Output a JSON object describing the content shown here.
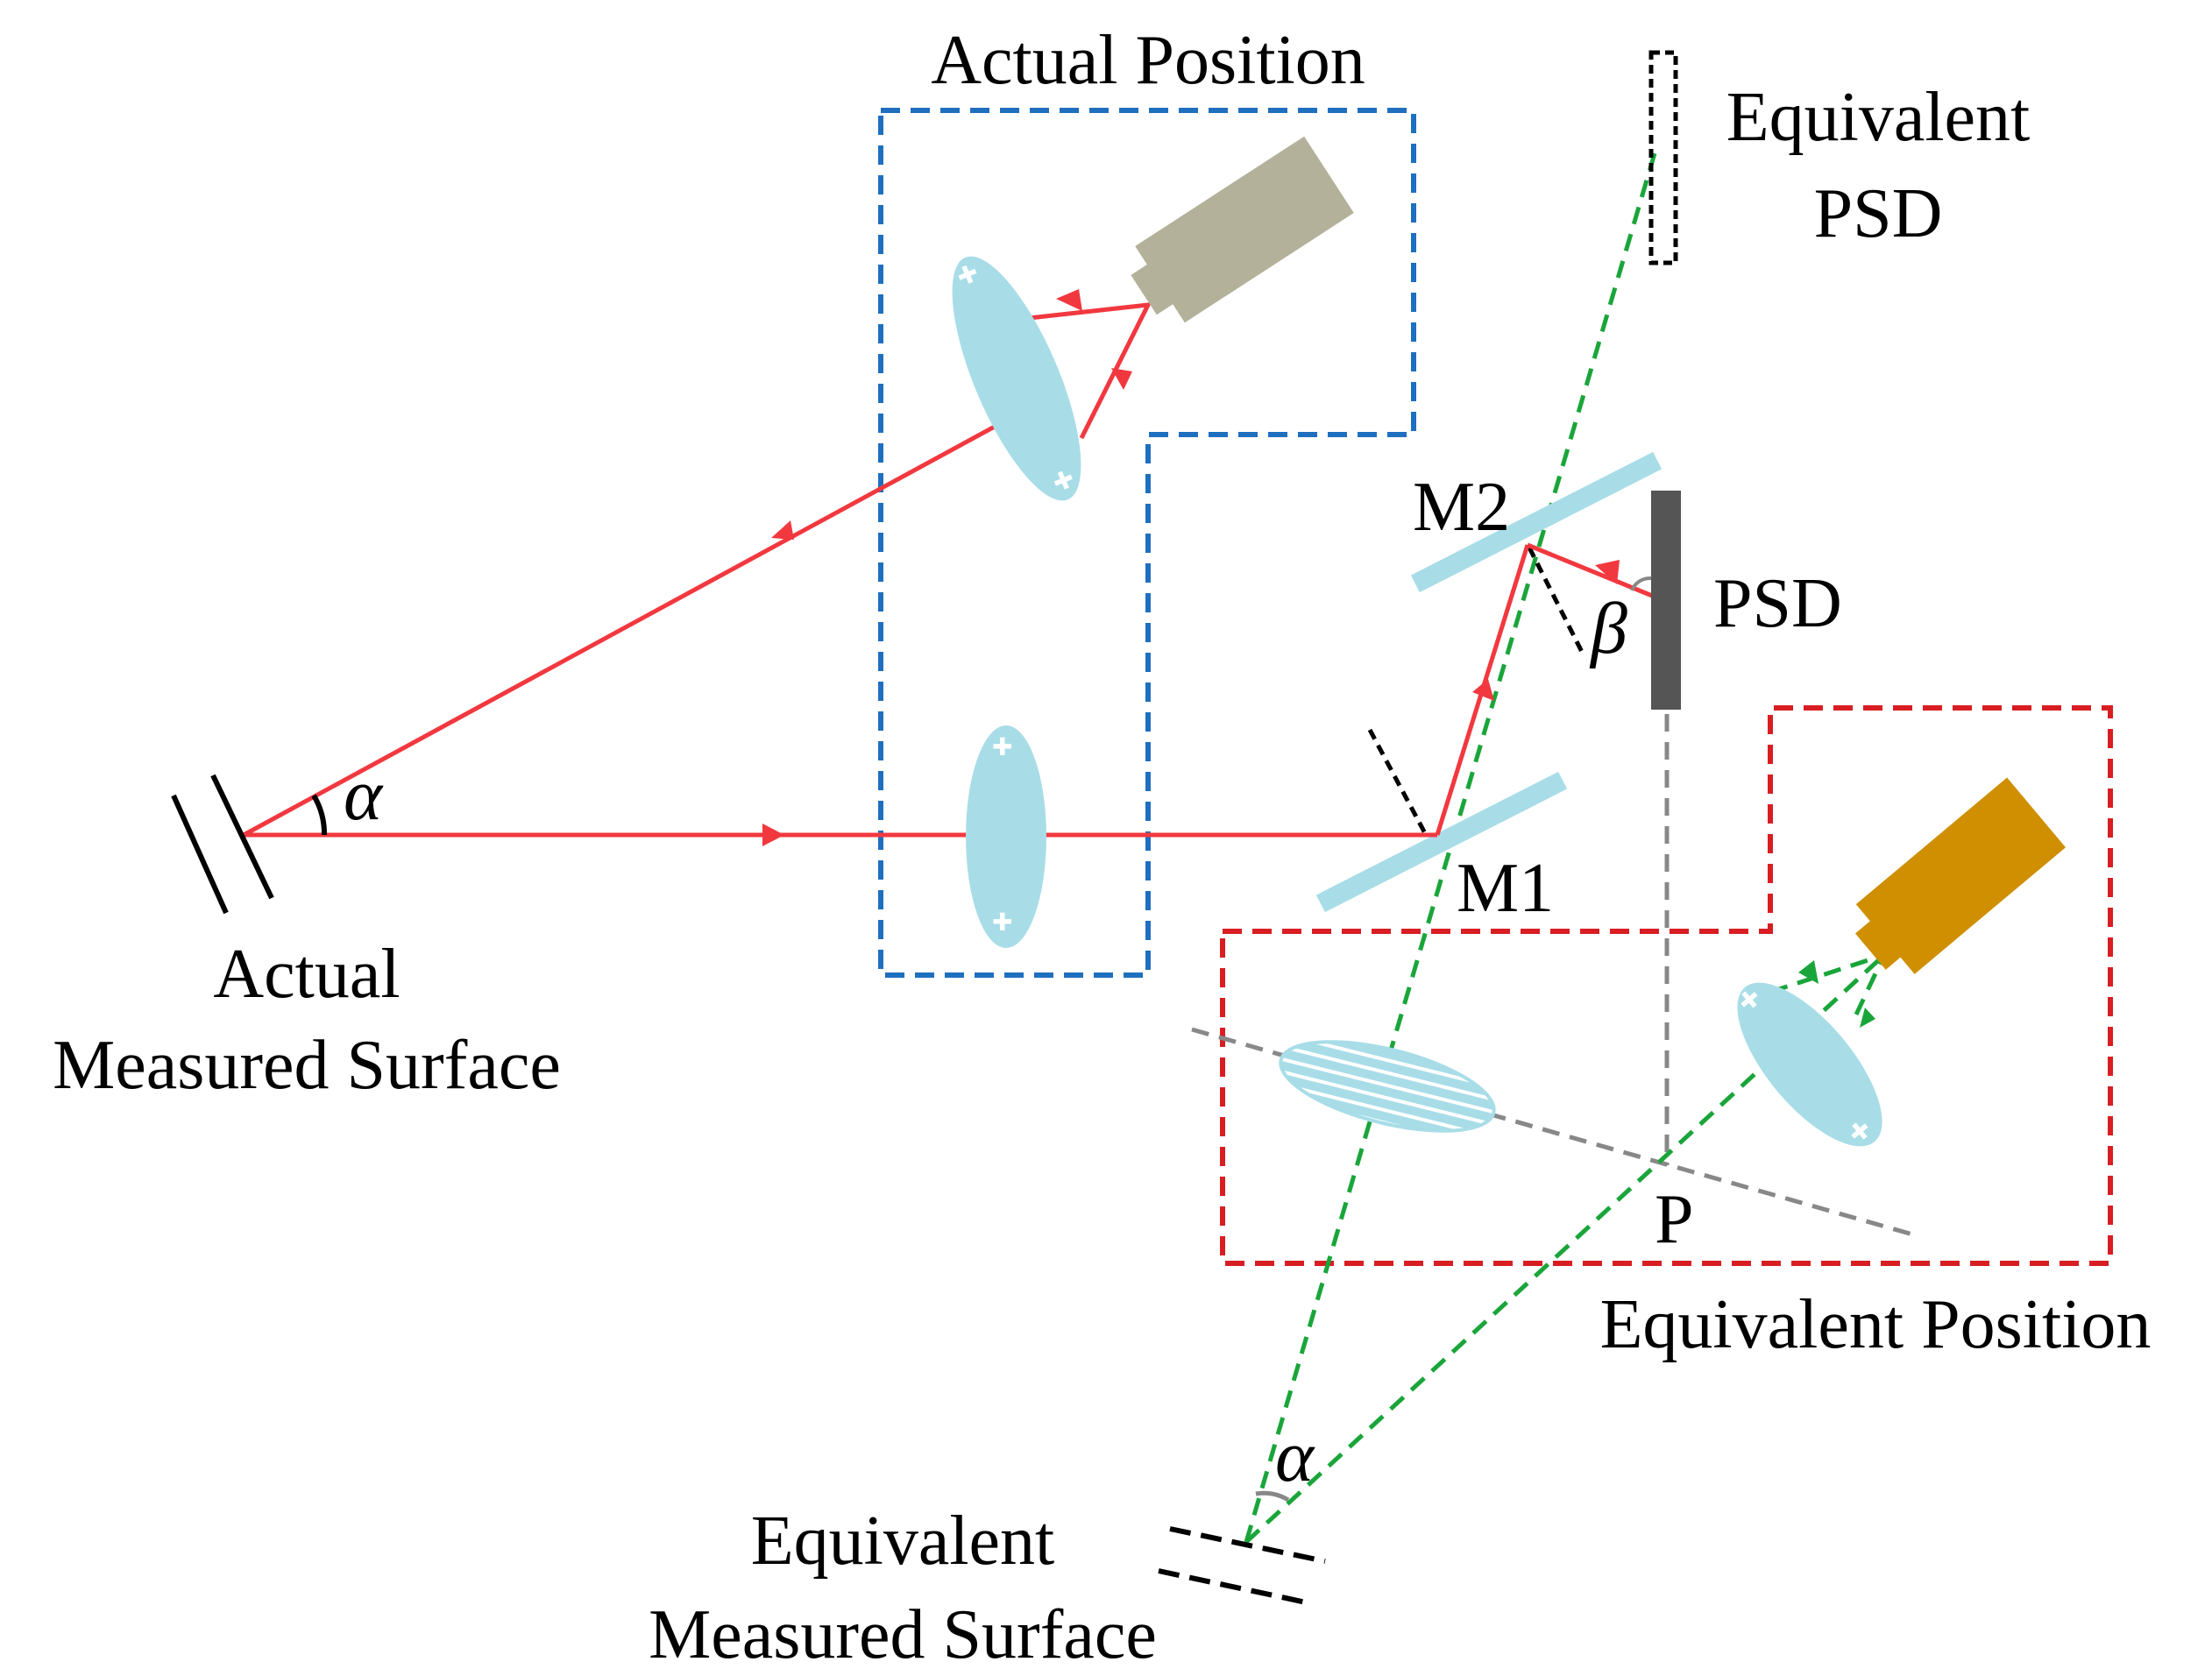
{
  "labels": {
    "actual_position": "Actual Position",
    "equivalent_psd_line1": "Equivalent",
    "equivalent_psd_line2": "PSD",
    "m2": "M2",
    "psd": "PSD",
    "beta": "β",
    "alpha_top": "α",
    "actual_surface_line1": "Actual",
    "actual_surface_line2": "Measured Surface",
    "m1": "M1",
    "p": "P",
    "equivalent_position": "Equivalent Position",
    "alpha_bottom": "α",
    "equivalent_surface_line1": "Equivalent",
    "equivalent_surface_line2": "Measured Surface"
  },
  "colors": {
    "beam": "#f2383f",
    "equivalent_beam": "#1aa53a",
    "actual_box": "#1f6fbf",
    "equivalent_box": "#d81e22",
    "lens": "#a8dde8",
    "mirror": "#a8dde8",
    "laser_actual": "#b3b19a",
    "laser_equivalent": "#cf8f00",
    "psd": "#555555",
    "guide": "#888888"
  }
}
